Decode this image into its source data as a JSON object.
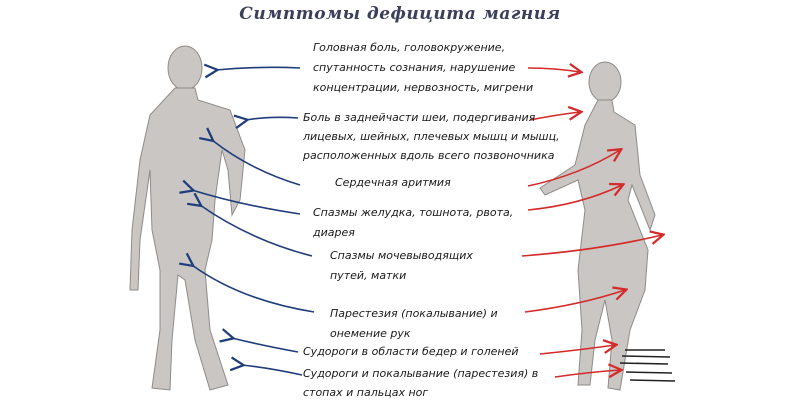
{
  "title": "Симптомы дефицита магния",
  "colors": {
    "male_arrow": "#1f3d7a",
    "female_arrow": "#d42a2a",
    "figure": "#c9c6c4",
    "title": "#3b3f5c"
  },
  "symptoms": [
    {
      "lines": [
        "Головная боль, головокружение,",
        "спутанность сознания, нарушение",
        "концентрации, нервозность, мигрени"
      ]
    },
    {
      "lines": [
        "Боль в заднейчасти шеи, подергивания",
        "лицевых, шейных, плечевых мышц и мышц,",
        "расположенных вдоль всего позвоночника"
      ]
    },
    {
      "lines": [
        "Сердечная аритмия"
      ]
    },
    {
      "lines": [
        "Спазмы желудка, тошнота, рвота,",
        "диарея"
      ]
    },
    {
      "lines": [
        "Спазмы мочевыводящих",
        "путей, матки"
      ]
    },
    {
      "lines": [
        "Парестезия (покалывание) и",
        "онемение рук"
      ]
    },
    {
      "lines": [
        "Судороги в области бедер и голеней"
      ]
    },
    {
      "lines": [
        "Судороги и покалывание (парестезия) в",
        "стопах и пальцах ног"
      ]
    }
  ]
}
